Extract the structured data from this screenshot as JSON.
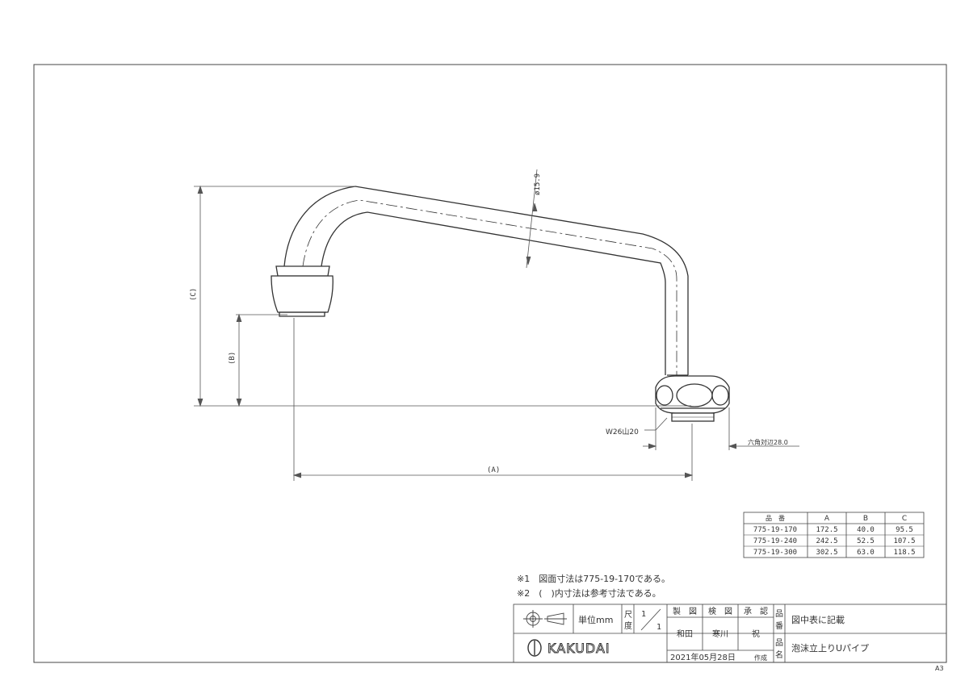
{
  "dimensions": {
    "diameter": "ø15.9",
    "a": "(A)",
    "b": "(B)",
    "c": "(C)",
    "thread": "W26山20",
    "hex": "六角対辺28.0"
  },
  "table": {
    "headers": [
      "品　番",
      "A",
      "B",
      "C"
    ],
    "rows": [
      [
        "775-19-170",
        "172.5",
        "40.0",
        "95.5"
      ],
      [
        "775-19-240",
        "242.5",
        "52.5",
        "107.5"
      ],
      [
        "775-19-300",
        "302.5",
        "63.0",
        "118.5"
      ]
    ]
  },
  "notes": [
    "※1　図面寸法は775-19-170である。",
    "※2　(　)内寸法は参考寸法である。"
  ],
  "title_block": {
    "unit": "単位mm",
    "scale_label_1": "尺",
    "scale_label_2": "度",
    "scale_num": "1",
    "scale_den": "1",
    "roles": [
      "製　図",
      "検　図",
      "承　認"
    ],
    "names": [
      "和田",
      "寒川",
      "祝"
    ],
    "date": "2021年05月28日",
    "date_suffix": "作成",
    "hinban_label_1": "品",
    "hinban_label_2": "番",
    "hinban_value": "図中表に記載",
    "hinmei_label_1": "品",
    "hinmei_label_2": "名",
    "hinmei_value": "泡沫立上りUパイプ",
    "logo": "KAKUDAI"
  },
  "sheet_size": "A3"
}
